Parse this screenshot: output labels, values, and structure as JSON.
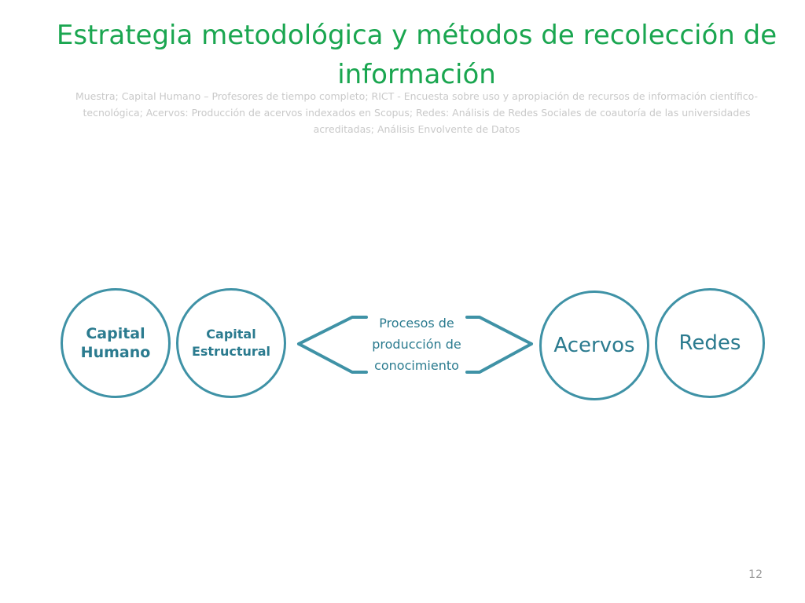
{
  "slide": {
    "title": "Estrategia metodológica y métodos de recolección de información",
    "subtitle": "Muestra; Capital Humano – Profesores de tiempo completo; RICT - Encuesta  sobre uso y apropiación de recursos de información científico-tecnológica; Acervos: Producción de acervos indexados en Scopus; Redes: Análisis de Redes Sociales de coautoría de las universidades acreditadas; Análisis Envolvente de Datos",
    "page_number": "12"
  },
  "diagram": {
    "nodes": {
      "capital_humano": "Capital Humano",
      "capital_estructural": "Capital Estructural",
      "process": "Procesos de producción de conocimiento",
      "acervos": "Acervos",
      "redes": "Redes"
    },
    "colors": {
      "title": "#1aa650",
      "circle_border": "#3f92a6",
      "node_text": "#2b7b8f",
      "subtitle": "#c9c9c9"
    }
  }
}
